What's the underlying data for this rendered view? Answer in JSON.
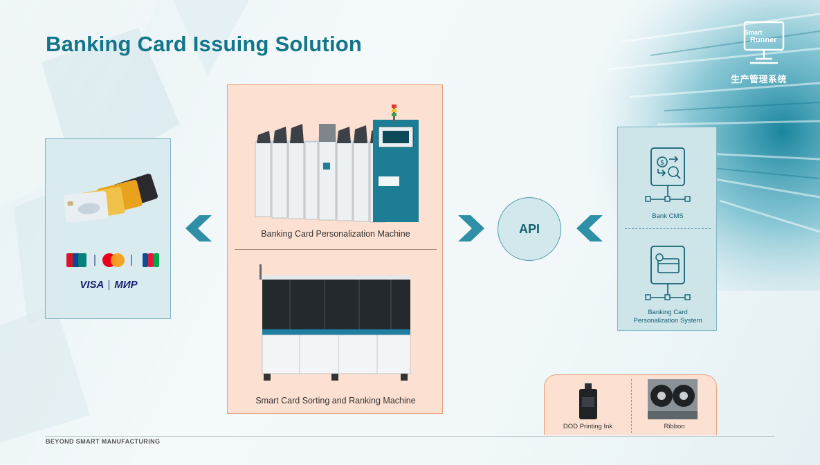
{
  "slide": {
    "title": "Banking Card Issuing Solution",
    "footer": "BEYOND SMART MANUFACTURING"
  },
  "logo": {
    "line1": "Smart",
    "line2": "Runner",
    "chinese": "生产管理系统"
  },
  "left_panel": {
    "card_brands_row1": [
      "UnionPay",
      "Mastercard",
      "JCB"
    ],
    "card_brands_row2": [
      "VISA",
      "МИР"
    ]
  },
  "center_panel": {
    "machine1_label": "Banking Card Personalization Machine",
    "machine2_label": "Smart Card Sorting and Ranking Machine"
  },
  "api": {
    "label": "API"
  },
  "right_panel": {
    "system1_label": "Bank CMS",
    "system2_label_line1": "Banking Card",
    "system2_label_line2": "Personalization System"
  },
  "consumables": {
    "item1_label": "DOD Printing Ink",
    "item2_label": "Ribbon"
  },
  "colors": {
    "title": "#13758a",
    "teal_panel": "#d9ebef",
    "peach_panel": "#fce0d1",
    "arrow": "#2f8fa6"
  }
}
